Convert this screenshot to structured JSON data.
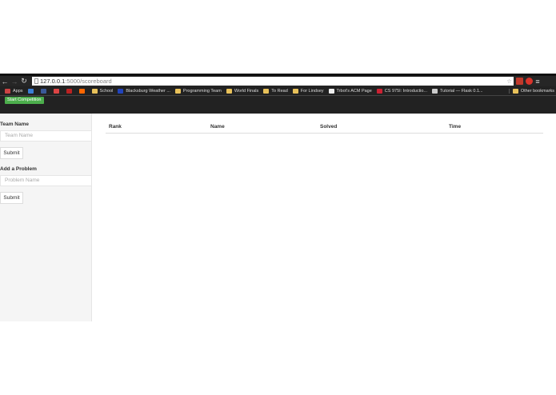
{
  "browser": {
    "url_host": "127.0.0.1",
    "url_port": ":5000",
    "url_path": "/scoreboard",
    "bookmarks": [
      {
        "label": "Apps",
        "icon": "apps-icon"
      },
      {
        "label": "",
        "icon": "calendar-icon"
      },
      {
        "label": "",
        "icon": "facebook-icon"
      },
      {
        "label": "",
        "icon": "gmail-icon"
      },
      {
        "label": "",
        "icon": "s-icon"
      },
      {
        "label": "",
        "icon": "y-icon"
      },
      {
        "label": "School",
        "icon": "folder-icon"
      },
      {
        "label": "Blacksburg Weather ...",
        "icon": "weather-icon"
      },
      {
        "label": "Programming Team",
        "icon": "folder-icon"
      },
      {
        "label": "World Finals",
        "icon": "folder-icon"
      },
      {
        "label": "To Read",
        "icon": "folder-icon"
      },
      {
        "label": "For Lindsey",
        "icon": "folder-icon"
      },
      {
        "label": "Trbot's ACM Page",
        "icon": "page-icon"
      },
      {
        "label": "CS 975I: Introductio...",
        "icon": "s-icon"
      },
      {
        "label": "Tutorial — Flask 0.1...",
        "icon": "flask-icon"
      }
    ],
    "other_bookmarks": "Other bookmarks"
  },
  "navbar": {
    "start_label": "Start Competition"
  },
  "sidebar": {
    "team_label": "Team Name",
    "team_placeholder": "Team Name",
    "team_submit": "Submit",
    "problem_label": "Add a Problem",
    "problem_placeholder": "Problem Name",
    "problem_submit": "Submit"
  },
  "scoreboard": {
    "columns": [
      "Rank",
      "Name",
      "Solved",
      "Time"
    ]
  }
}
